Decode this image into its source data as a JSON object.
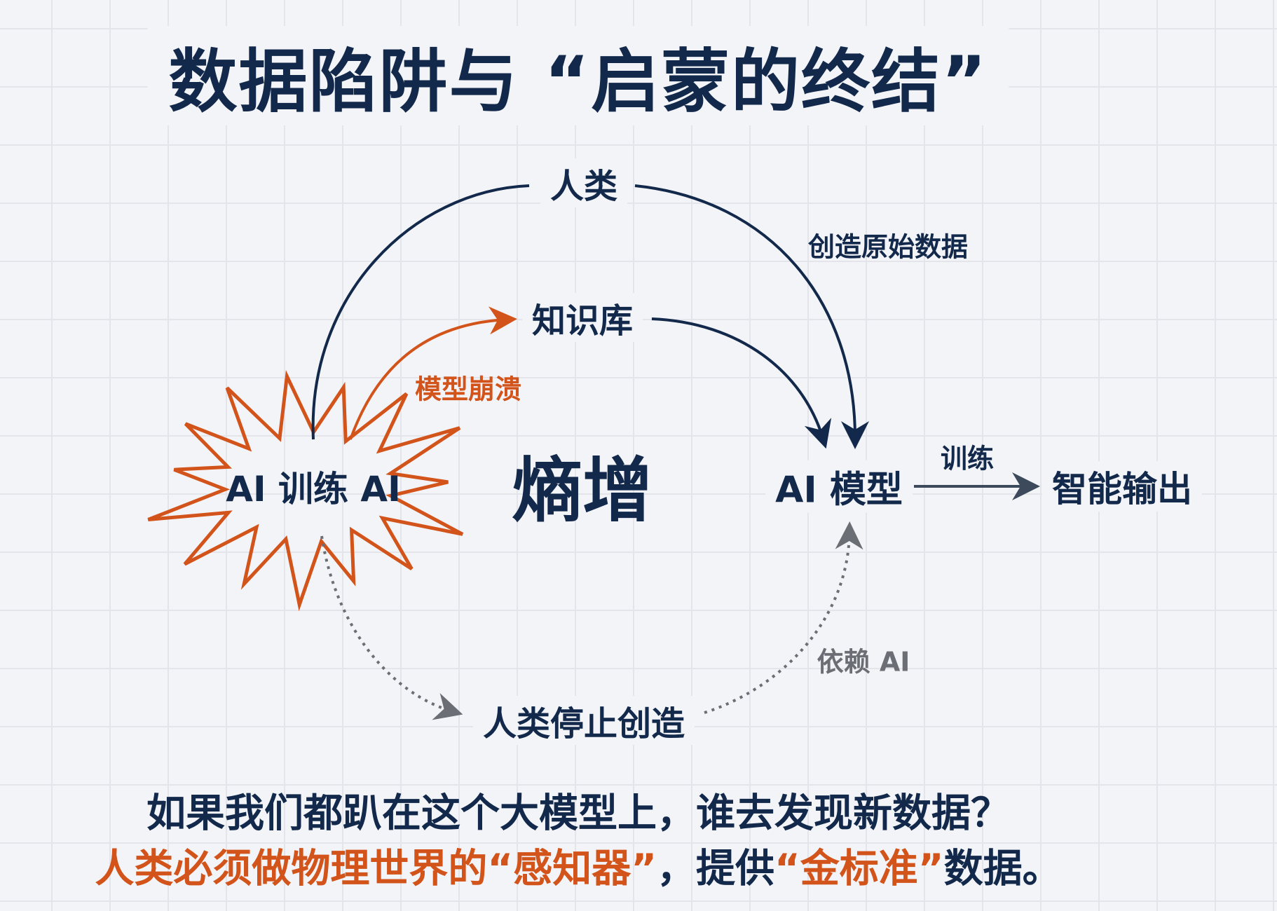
{
  "title": "数据陷阱与 “启蒙的终结”",
  "nodes": {
    "humans": "人类",
    "knowledge_base": "知识库",
    "ai_trains_ai": "AI 训练 AI",
    "ai_model": "AI 模型",
    "smart_output": "智能输出",
    "humans_stop_creating": "人类停止创造"
  },
  "labels": {
    "create_raw_data": "创造原始数据",
    "model_collapse": "模型崩溃",
    "train": "训练",
    "rely_on_ai": "依赖 AI",
    "entropy": "熵增"
  },
  "bottom": {
    "question": "如果我们都趴在这个大模型上，谁去发现新数据？",
    "answer_part1": "人类必须做物理世界的“感知器”",
    "answer_part2": "，提供",
    "answer_part3": "“金标准”",
    "answer_part4": "数据。"
  },
  "colors": {
    "navy": "#13294b",
    "orange": "#d2541b",
    "gray": "#6b6e75"
  }
}
